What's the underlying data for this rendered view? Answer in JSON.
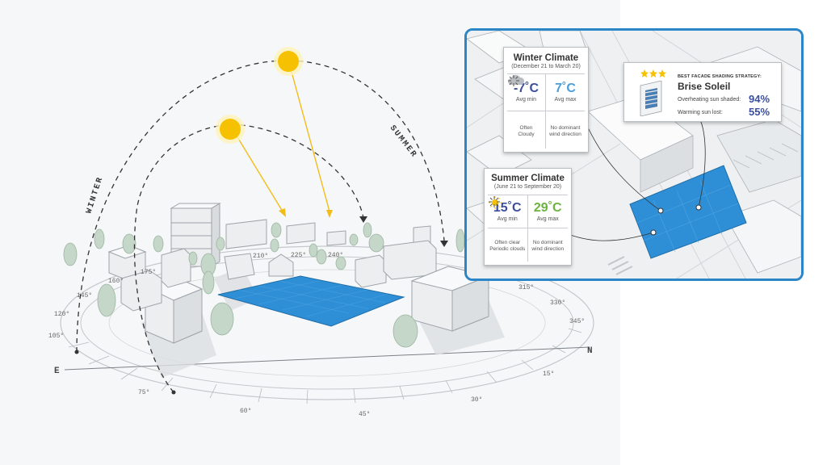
{
  "colors": {
    "sun": "#f5c100",
    "arc": "#333333",
    "panel": "#2f8fd6",
    "building": "#e9ebed",
    "tree": "#c7d8c9",
    "accent_border": "#2a86c6",
    "cold": "#3b4f9e",
    "mild": "#4a9fd8",
    "warm": "#6cb33f"
  },
  "diagram": {
    "arc_labels": {
      "winter": "WINTER",
      "summer": "SUMMER"
    },
    "cardinals": {
      "east": "E",
      "north": "N"
    },
    "compass_degrees": [
      "75°",
      "60°",
      "45°",
      "30°",
      "15°",
      "345°",
      "330°",
      "315°",
      "105°",
      "120°",
      "145°",
      "160°",
      "175°",
      "210°",
      "225°",
      "240°"
    ]
  },
  "winter": {
    "title": "Winter Climate",
    "dates": "(December 21 to March 20)",
    "min_value": "-7˚C",
    "min_label": "Avg min",
    "max_value": "7˚C",
    "max_label": "Avg max",
    "sky": "Often\nCloudy",
    "wind": "No dominant\nwind direction",
    "sky_icon": "cloud-icon",
    "wind_icon": "wind-calm-icon"
  },
  "summer": {
    "title": "Summer Climate",
    "dates": "(June 21 to September 20)",
    "min_value": "15˚C",
    "min_label": "Avg min",
    "max_value": "29˚C",
    "max_label": "Avg max",
    "sky": "Often clear\nPeriodic clouds",
    "wind": "No dominant\nwind direction",
    "sky_icon": "sun-icon",
    "wind_icon": "wind-calm-icon"
  },
  "strategy": {
    "kicker": "BEST FACADE SHADING STRATEGY:",
    "name": "Brise Soleil",
    "rating": 3,
    "row1_label": "Overheating sun shaded:",
    "row1_value": "94%",
    "row2_label": "Warming sun lost:",
    "row2_value": "55%"
  }
}
